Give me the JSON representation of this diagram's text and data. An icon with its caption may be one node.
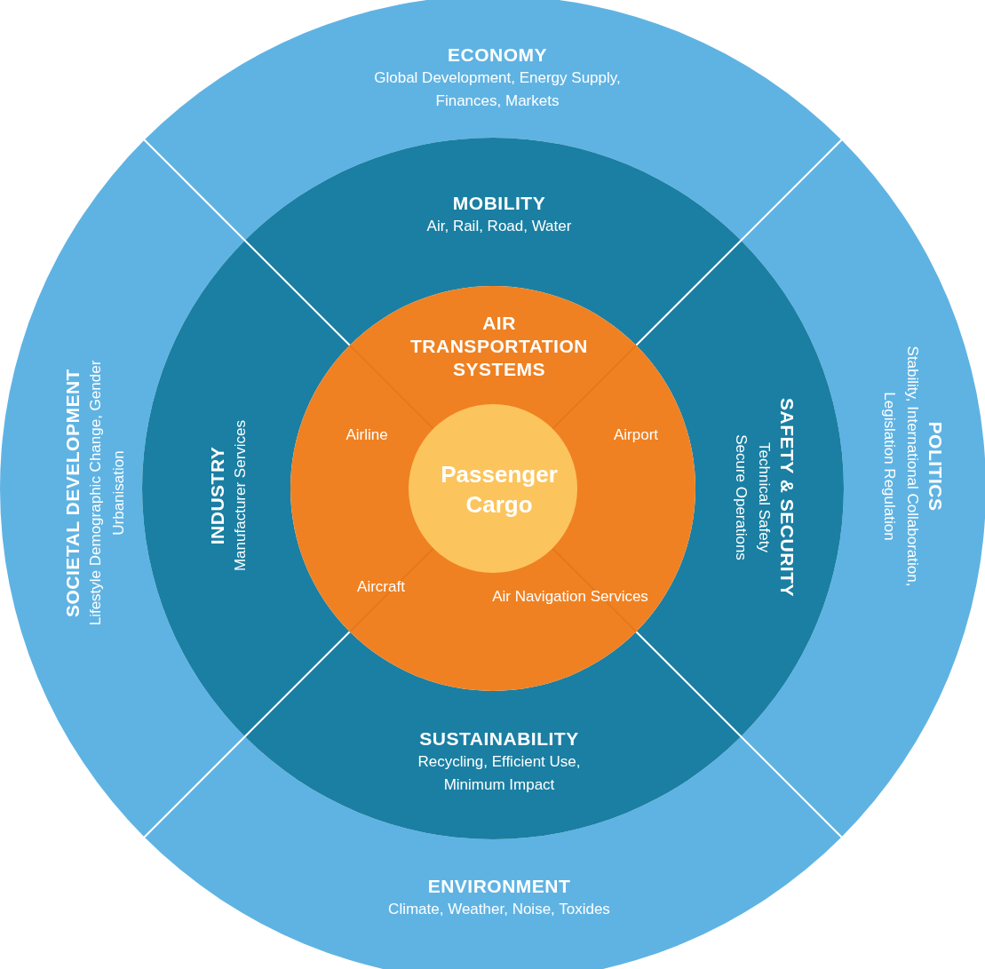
{
  "diagram": {
    "nodes": [
      {
        "text": [
          "ECONOMY",
          "Global Development, Energy Supply, Finances, Markets"
        ]
      },
      {
        "text": [
          "MOBILITY",
          "Air, Rail, Road, Water"
        ]
      },
      {
        "text": [
          "SOCIETAL DEVELOPMENT",
          "Lifestyle Demographic Change, Gender Urbanisation"
        ]
      },
      {
        "text": [
          "INDUSTRY",
          "Manufacturer Services"
        ]
      },
      {
        "text": [
          "AIR TRANSPORTATION SYSTEMS"
        ]
      },
      {
        "text": [
          "Passenger Cargo"
        ],
        "in": 4
      },
      {
        "text": [
          "SAFETY & SECURITY",
          "Technical Safety Secure Operations"
        ]
      },
      {
        "text": [
          "POLITICS",
          "Stability, International Collaboration, Legislation Regulation"
        ]
      },
      {
        "text": [
          "SUSTAINABILITY",
          "Recycling, Efficient Use, Minimum Impact"
        ]
      },
      {
        "text": [
          "ENVIRONMENT",
          "Climate, Weather, Noise, Toxides"
        ]
      }
    ],
    "edges": [],
    "labels": [
      "Airline",
      "Airport",
      "Aircraft",
      "Air Navigation Services"
    ]
  }
}
